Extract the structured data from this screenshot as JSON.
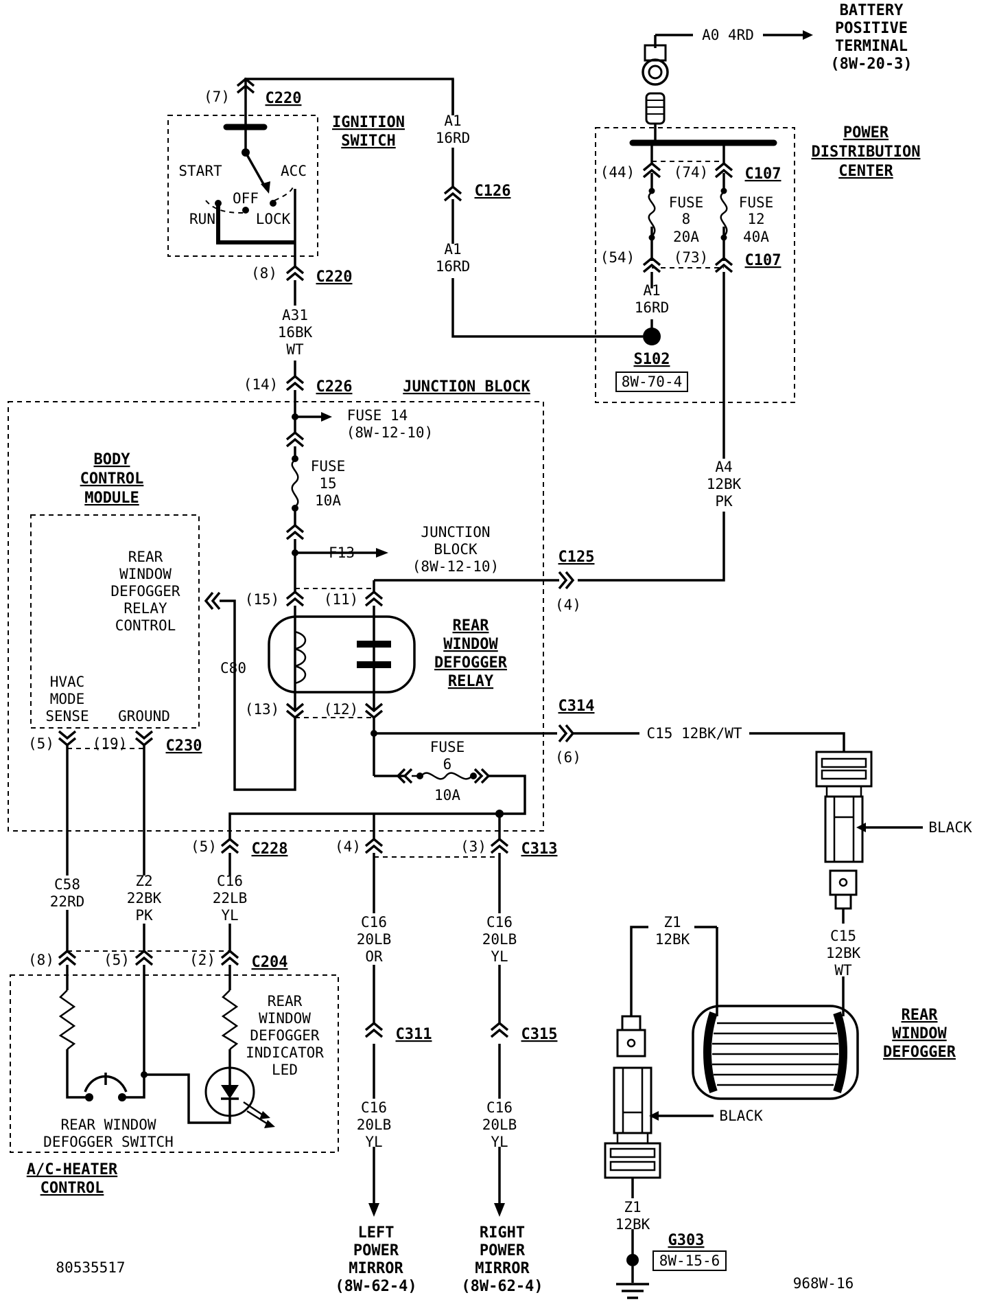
{
  "battery": {
    "line1": "BATTERY",
    "line2": "POSITIVE",
    "line3": "TERMINAL",
    "line4": "(8W-20-3)",
    "wire": "A0 4RD"
  },
  "pdc": {
    "line1": "POWER",
    "line2": "DISTRIBUTION",
    "line3": "CENTER",
    "pins_top": [
      "(44)",
      "(74)"
    ],
    "conn_top": "C107",
    "pins_bot": [
      "(54)",
      "(73)"
    ],
    "conn_bot": "C107",
    "fuse8": [
      "FUSE",
      "8",
      "20A"
    ],
    "fuse12": [
      "FUSE",
      "12",
      "40A"
    ]
  },
  "ignition": {
    "line1": "IGNITION",
    "line2": "SWITCH",
    "pin_top": "(7)",
    "conn_top": "C220",
    "pin_bot": "(8)",
    "conn_bot": "C220",
    "start": "START",
    "acc": "ACC",
    "off": "OFF",
    "run": "RUN",
    "lock": "LOCK"
  },
  "a1_wire": {
    "name": "A1",
    "gauge": "16RD",
    "conn": "C126"
  },
  "s102": {
    "wire": "A1",
    "gauge": "16RD",
    "label": "S102",
    "ref": "8W-70-4"
  },
  "a31_wire": {
    "name": "A31",
    "gauge": "16BK",
    "color": "WT"
  },
  "junction": {
    "title": "JUNCTION BLOCK",
    "pin": "(14)",
    "conn": "C226",
    "fuse14": "FUSE 14",
    "fuse14_ref": "(8W-12-10)",
    "fuse15": [
      "FUSE",
      "15",
      "10A"
    ],
    "f13": "F13",
    "jb_ref": [
      "JUNCTION",
      "BLOCK",
      "(8W-12-10)"
    ]
  },
  "a4_wire": {
    "name": "A4",
    "gauge": "12BK",
    "color": "PK"
  },
  "c125": {
    "conn": "C125",
    "pin": "(4)"
  },
  "relay": {
    "line1": "REAR",
    "line2": "WINDOW",
    "line3": "DEFOGGER",
    "line4": "RELAY",
    "pins": [
      "(15)",
      "(11)",
      "(13)",
      "(12)"
    ]
  },
  "bcm": {
    "line1": "BODY",
    "line2": "CONTROL",
    "line3": "MODULE",
    "ctl": [
      "REAR",
      "WINDOW",
      "DEFOGGER",
      "RELAY",
      "CONTROL"
    ],
    "hvac": [
      "HVAC",
      "MODE",
      "SENSE"
    ],
    "ground": "GROUND",
    "c80": "C80",
    "pins": [
      "(5)",
      "(19)"
    ],
    "conn": "C230"
  },
  "c314": {
    "conn": "C314",
    "pin": "(6)",
    "wire": "C15 12BK/WT"
  },
  "fuse6": {
    "label": "FUSE",
    "num": "6",
    "amp": "10A"
  },
  "c228": {
    "pin": "(5)",
    "conn": "C228"
  },
  "c313": {
    "pins": [
      "(4)",
      "(3)"
    ],
    "conn": "C313"
  },
  "wires_mid": {
    "c58": [
      "C58",
      "22RD"
    ],
    "z2": [
      "Z2",
      "22BK",
      "PK"
    ],
    "c16a": [
      "C16",
      "22LB",
      "YL"
    ],
    "c16or": [
      "C16",
      "20LB",
      "OR"
    ],
    "c16yl": [
      "C16",
      "20LB",
      "YL"
    ]
  },
  "c204": {
    "pins": [
      "(8)",
      "(5)",
      "(2)"
    ],
    "conn": "C204"
  },
  "indicator": [
    "REAR",
    "WINDOW",
    "DEFOGGER",
    "INDICATOR",
    "LED"
  ],
  "switch": [
    "REAR WINDOW",
    "DEFOGGER SWITCH"
  ],
  "achtr": [
    "A/C-HEATER",
    "CONTROL"
  ],
  "c311": "C311",
  "c315": "C315",
  "c16_lower_left": [
    "C16",
    "20LB",
    "YL"
  ],
  "c16_lower_right": [
    "C16",
    "20LB",
    "YL"
  ],
  "left_mirror": [
    "LEFT",
    "POWER",
    "MIRROR",
    "(8W-62-4)"
  ],
  "right_mirror": [
    "RIGHT",
    "POWER",
    "MIRROR",
    "(8W-62-4)"
  ],
  "black1": "BLACK",
  "black2": "BLACK",
  "c15_lower": [
    "C15",
    "12BK",
    "WT"
  ],
  "z1_top": [
    "Z1",
    "12BK"
  ],
  "z1_bot": [
    "Z1",
    "12BK"
  ],
  "defogger": [
    "REAR",
    "WINDOW",
    "DEFOGGER"
  ],
  "g303": {
    "label": "G303",
    "ref": "8W-15-6"
  },
  "footer_left": "80535517",
  "footer_right": "968W-16"
}
